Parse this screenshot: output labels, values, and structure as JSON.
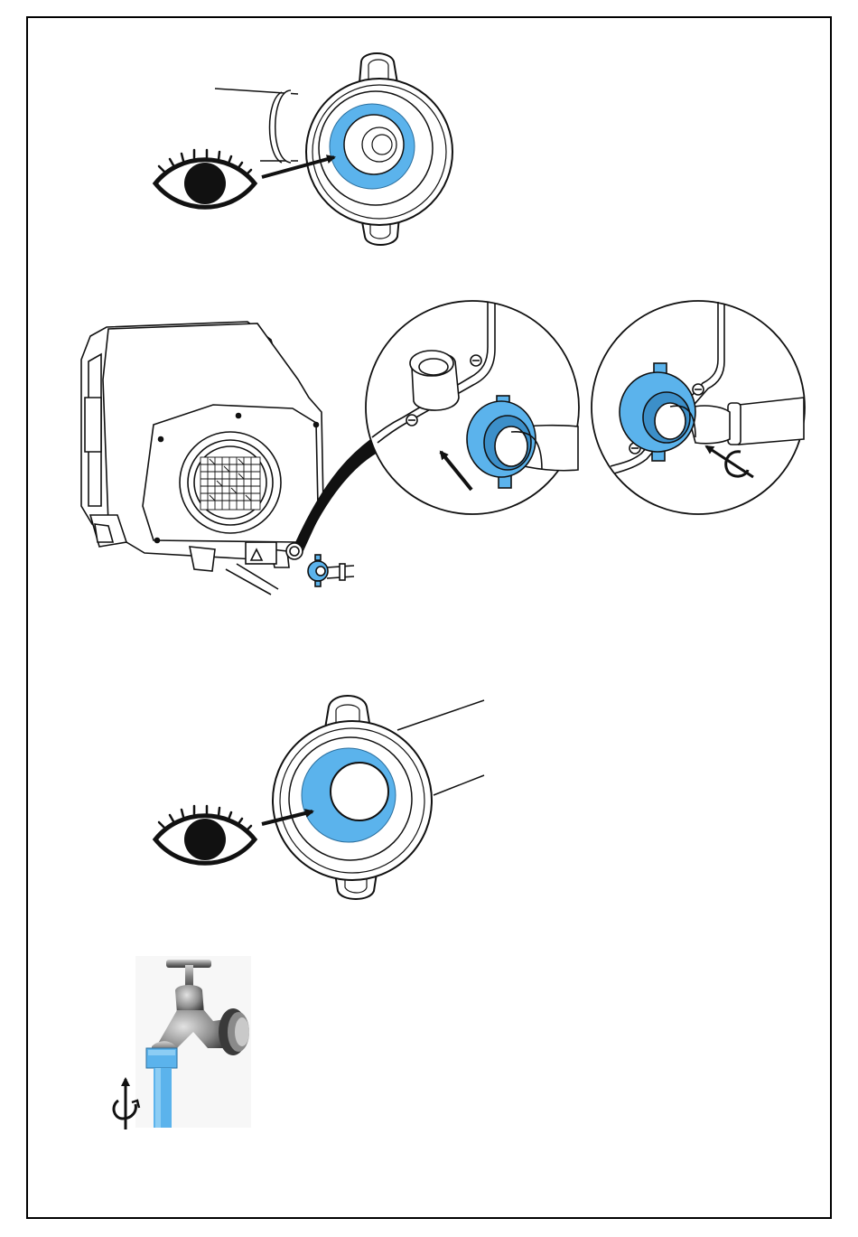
{
  "colors": {
    "seal": "#5bb3ec",
    "seal_dark": "#3c8fc9",
    "line": "#111111",
    "frame": "#000000",
    "metal_light": "#b9b9b9",
    "metal_dark": "#4a4a4a"
  },
  "figures": [
    {
      "name": "inspect-seal-hose-connector",
      "icons": [
        "eye-icon",
        "arrow-icon"
      ]
    },
    {
      "name": "connect-hose-to-appliance",
      "icons": [
        "push-arrow-icon",
        "rotate-arrow-icon"
      ]
    },
    {
      "name": "inspect-seal-second-connector",
      "icons": [
        "eye-icon",
        "arrow-icon"
      ]
    },
    {
      "name": "connect-hose-to-tap",
      "icons": [
        "rotate-arrow-icon"
      ]
    }
  ]
}
